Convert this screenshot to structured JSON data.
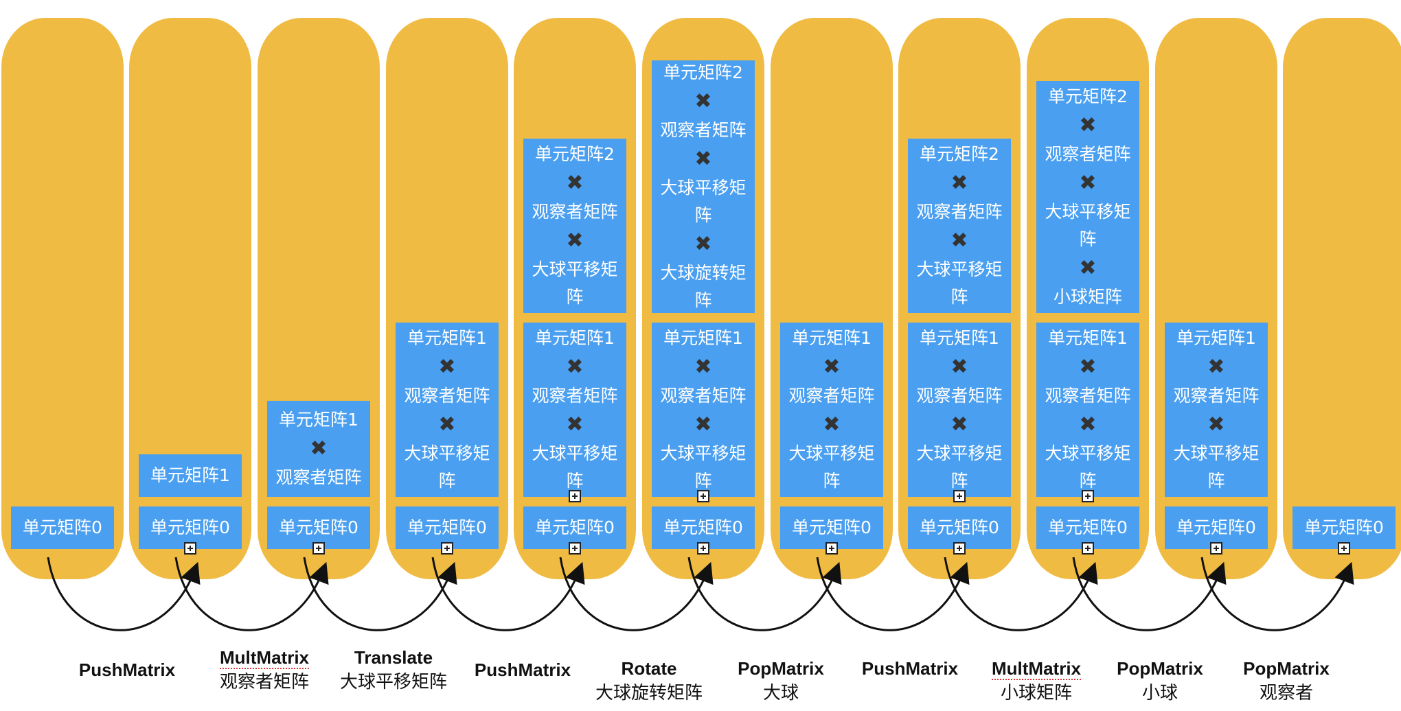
{
  "columns": [
    {
      "stack": [
        {
          "lines": [
            "单元矩阵0"
          ]
        }
      ]
    },
    {
      "stack": [
        {
          "lines": [
            "单元矩阵0"
          ]
        },
        {
          "lines": [
            "单元矩阵1"
          ]
        }
      ]
    },
    {
      "stack": [
        {
          "lines": [
            "单元矩阵0"
          ]
        },
        {
          "lines": [
            "单元矩阵1",
            "✖",
            "观察者矩阵"
          ]
        }
      ]
    },
    {
      "stack": [
        {
          "lines": [
            "单元矩阵0"
          ]
        },
        {
          "lines": [
            "单元矩阵1",
            "✖",
            "观察者矩阵",
            "✖",
            "大球平移矩阵"
          ]
        }
      ]
    },
    {
      "stack": [
        {
          "lines": [
            "单元矩阵0"
          ]
        },
        {
          "lines": [
            "单元矩阵1",
            "✖",
            "观察者矩阵",
            "✖",
            "大球平移矩阵"
          ]
        },
        {
          "lines": [
            "单元矩阵2",
            "✖",
            "观察者矩阵",
            "✖",
            "大球平移矩阵"
          ]
        }
      ]
    },
    {
      "stack": [
        {
          "lines": [
            "单元矩阵0"
          ]
        },
        {
          "lines": [
            "单元矩阵1",
            "✖",
            "观察者矩阵",
            "✖",
            "大球平移矩阵"
          ]
        },
        {
          "lines": [
            "单元矩阵2",
            "✖",
            "观察者矩阵",
            "✖",
            "大球平移矩阵",
            "✖",
            "大球旋转矩阵"
          ]
        }
      ]
    },
    {
      "stack": [
        {
          "lines": [
            "单元矩阵0"
          ]
        },
        {
          "lines": [
            "单元矩阵1",
            "✖",
            "观察者矩阵",
            "✖",
            "大球平移矩阵"
          ]
        }
      ]
    },
    {
      "stack": [
        {
          "lines": [
            "单元矩阵0"
          ]
        },
        {
          "lines": [
            "单元矩阵1",
            "✖",
            "观察者矩阵",
            "✖",
            "大球平移矩阵"
          ]
        },
        {
          "lines": [
            "单元矩阵2",
            "✖",
            "观察者矩阵",
            "✖",
            "大球平移矩阵"
          ]
        }
      ]
    },
    {
      "stack": [
        {
          "lines": [
            "单元矩阵0"
          ]
        },
        {
          "lines": [
            "单元矩阵1",
            "✖",
            "观察者矩阵",
            "✖",
            "大球平移矩阵"
          ]
        },
        {
          "lines": [
            "单元矩阵2",
            "✖",
            "观察者矩阵",
            "✖",
            "大球平移矩阵",
            "✖",
            "小球矩阵"
          ]
        }
      ]
    },
    {
      "stack": [
        {
          "lines": [
            "单元矩阵0"
          ]
        },
        {
          "lines": [
            "单元矩阵1",
            "✖",
            "观察者矩阵",
            "✖",
            "大球平移矩阵"
          ]
        }
      ]
    },
    {
      "stack": [
        {
          "lines": [
            "单元矩阵0"
          ]
        }
      ]
    }
  ],
  "operations": [
    {
      "line1": "PushMatrix",
      "line2": ""
    },
    {
      "line1": "MultMatrix",
      "line2": "观察者矩阵"
    },
    {
      "line1": "Translate",
      "line2": "大球平移矩阵"
    },
    {
      "line1": "PushMatrix",
      "line2": ""
    },
    {
      "line1": "Rotate",
      "line2": "大球旋转矩阵"
    },
    {
      "line1": "PopMatrix",
      "line2": "大球"
    },
    {
      "line1": "PushMatrix",
      "line2": ""
    },
    {
      "line1": "MultMatrix",
      "line2": "小球矩阵"
    },
    {
      "line1": "PopMatrix",
      "line2": "小球"
    },
    {
      "line1": "PopMatrix",
      "line2": "观察者"
    }
  ],
  "colors": {
    "column": "#f0bb42",
    "box": "#4a9ff0",
    "arrow": "#111111"
  }
}
